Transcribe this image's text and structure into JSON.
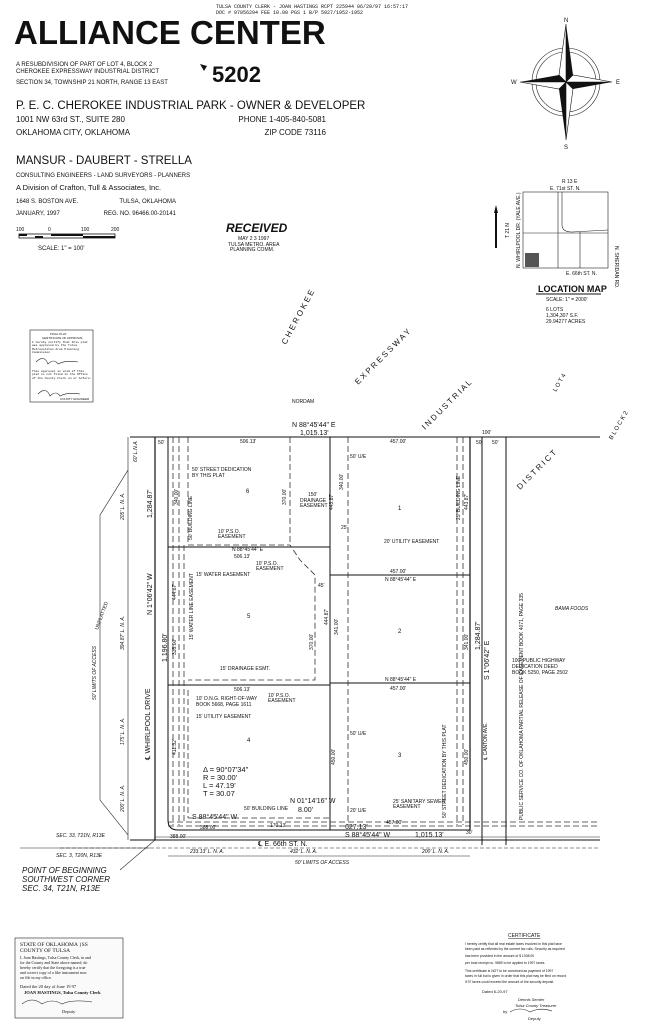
{
  "recording_stamp": {
    "line1": "TULSA COUNTY CLERK - JOAN HASTINGS   RCPT 225944     06/20/97 16:57:17",
    "line2": "DOC # 97056294    FEE        10.00       PGS 1      B/P 5927/1952-1952"
  },
  "header": {
    "title": "ALLIANCE CENTER",
    "subtitle1": "A RESUBDIVISION OF PART OF LOT 4, BLOCK 2",
    "subtitle2": "CHEROKEE EXPRESSWAY INDUSTRIAL DISTRICT",
    "section": "SECTION 34, TOWNSHIP 21 NORTH, RANGE 13 EAST",
    "plat_number": "5202"
  },
  "owner": {
    "name": "P. E. C. CHEROKEE INDUSTRIAL PARK - OWNER & DEVELOPER",
    "address": "1001 NW 63rd ST., SUITE 280",
    "city": "OKLAHOMA CITY, OKLAHOMA",
    "phone": "PHONE 1-405-840-5081",
    "zip": "ZIP CODE 73116"
  },
  "engineer": {
    "name": "MANSUR - DAUBERT - STRELLA",
    "services": "CONSULTING ENGINEERS - LAND SURVEYORS - PLANNERS",
    "division": "A Division of Crafton, Tull & Associates, Inc.",
    "address": "1648 S. BOSTON AVE.",
    "city": "TULSA, OKLAHOMA",
    "date": "JANUARY, 1997",
    "reg_no": "REG. NO. 96466.00-20141"
  },
  "scale_bar": {
    "ticks": [
      "100",
      "0",
      "100",
      "200"
    ],
    "label": "SCALE: 1\" = 100'"
  },
  "received_stamp": {
    "title": "RECEIVED",
    "date": "MAY 2 3 1997",
    "agency1": "TULSA METRO. AREA",
    "agency2": "PLANNING COMM."
  },
  "compass": {
    "n": "N",
    "s": "S",
    "e": "E",
    "w": "W"
  },
  "location_map": {
    "title": "LOCATION MAP",
    "scale": "SCALE: 1\" = 2000'",
    "range": "R 13 E",
    "north_street": "E. 71st ST. N.",
    "south_street": "E. 66th ST. N.",
    "west_road": "N. WHIRLPOOL DR. (YALE AVE.)",
    "east_road": "N. SHERIDAN RD.",
    "township": "T 21 N",
    "lots": "6 LOTS",
    "area_sf": "1,304,307 S.F.",
    "area_acres": "29.94277 ACRES"
  },
  "approval_box": {
    "title1": "FINAL PLAT",
    "title2": "CERTIFICATE OF APPROVAL",
    "text1": "I hereby certify that this plat was approved by the Tulsa Metropolitan Area Planning Commission",
    "text2": "This approval is void if this plat is not filed in the Office of the County Clerk on or before:",
    "role": "COUNTY ENGINEER"
  },
  "plat": {
    "labels": {
      "cherokee": "C H E R O K E E",
      "expressway": "E X P R E S S W A Y",
      "industrial": "I N D U S T R I A L",
      "district": "D I S T R I C T",
      "lot4": "L O T   4",
      "block2": "B L O C K   2",
      "nordam": "NORDAM",
      "unplatted": "UNPLATTED",
      "bama": "BAMA FOODS",
      "whirlpool": "℄ WHIRLPOOL DRIVE",
      "canton": "℄ CANTON AVE.",
      "street66": "℄ E. 66th ST. N.",
      "limits_left": "50' LIMITS OF ACCESS",
      "limits_bottom": "50' LIMITS OF ACCESS",
      "sec33": "SEC. 33, T21N, R13E",
      "sec3": "SEC. 3, T20N, R13E",
      "pob1": "POINT OF BEGINNING",
      "pob2": "SOUTHWEST CORNER",
      "pob3": "SEC. 34, T21N, R13E"
    },
    "lots": [
      "1",
      "2",
      "3",
      "4",
      "5",
      "6"
    ],
    "bearings": {
      "north": "N 88°45'44\" E",
      "north_dist": "1,015.13'",
      "west": "N 1°06'42\" W",
      "west_dist1": "1,284.87'",
      "west_dist2": "1,196.80'",
      "east": "S 1°06'42\" E",
      "east_dist": "1,284.87'",
      "south": "S 88°45'44\" W",
      "south_dist": "1,015.13'",
      "south_dist2": "627.13'",
      "south_left": "S 88°45'44\" W",
      "south_left_dist": "388.00'",
      "jog": "N 01°14'16\" W",
      "jog_dist": "8.00'",
      "interior1": "N 88°45'44\" E",
      "interior2": "N 88°45'44\" E",
      "interior3": "N 88°45'44\" E"
    },
    "dims": {
      "d50a": "50'",
      "d50b": "50'",
      "d50c": "50'",
      "d100": "100'",
      "d30": "30'",
      "d50613a": "506.13'",
      "d50613b": "506.13'",
      "d50613c": "506.13'",
      "d457a": "457.00'",
      "d457b": "457.00'",
      "d457c": "457.00'",
      "d457d": "457.00'",
      "d370": "370.00'",
      "d340a": "340.00'",
      "d443a": "443.87'",
      "d443b": "443.87'",
      "d444a": "444.87'",
      "d444b": "444.87'",
      "d341a": "341.00'",
      "d341b": "341.00'",
      "d370b": "370.00'",
      "d335": "335.00'",
      "d411": "411.32'",
      "d450a": "450.00'",
      "d450b": "450.00'",
      "d170": "170.13'",
      "d388": "388.00'",
      "d25": "25'",
      "d45": "45'",
      "d150": "150'"
    },
    "lna": {
      "l60": "60' L.N.A.",
      "l205": "205' L. N. A.",
      "l394": "394.87' L. N. A.",
      "l175": "175' L. N. A.",
      "l200": "200' L. N. A.",
      "b233": "233.13' L. N. A.",
      "b432": "432' L. N. A.",
      "b200": "200' L. N. A."
    },
    "easements": {
      "street_ded1": "50' STREET DEDICATION",
      "street_ded2": "BY THIS PLAT",
      "building_line_w": "50' BUILDING LINE",
      "pso1": "10' P.S.O.",
      "pso1b": "EASEMENT",
      "pso2": "10' P.S.O.",
      "pso2b": "EASEMENT",
      "pso3": "10' P.S.O.",
      "pso3b": "EASEMENT",
      "drainage1": "DRAINAGE",
      "drainage1b": "EASEMENT",
      "water": "15' WATER EASEMENT",
      "water_line": "15' WATER LINE EASEMENT",
      "drainage2": "15' DRAINAGE ESMT.",
      "ue1": "50' U/E",
      "ue2": "50' U/E",
      "ue3": "20' U/E",
      "utility20": "20' UTILITY EASEMENT",
      "building_line_e": "25' BUILDING LINE",
      "ong1": "10' O.N.G. RIGHT-OF-WAY",
      "ong2": "BOOK 5668, PAGE 1611",
      "utility15": "15' UTILITY EASEMENT",
      "sewer1": "25' SANITARY SEWER",
      "sewer2": "EASEMENT",
      "building_line_s": "50' BUILDING LINE",
      "street_ded_s": "50' STREET DEDICATION BY THIS PLAT",
      "highway1": "100' PUBLIC HIGHWAY",
      "highway2": "DEDICATION DEED",
      "highway3": "BOOK 5250, PAGE 2502",
      "pso_ease_rel": "PUBLIC SERVICE CO. OF OKLAHOMA PARTIAL RELEASE OF EASEMENT BOOK 4071, PAGE 335"
    },
    "curve": {
      "delta": "Δ = 90°07'34\"",
      "radius": "R = 30.00'",
      "length": "L = 47.19'",
      "tangent": "T = 30.07"
    }
  },
  "clerk_stamp": {
    "line1": "STATE OF OKLAHOMA }SS",
    "line2": "COUNTY OF TULSA",
    "body1": "I, Joan Hastings, Tulsa County Clerk, in and",
    "body2": "for the County and State above named, do",
    "body3": "hereby certify that the foregoing is a true",
    "body4": "and correct copy of a like instrument now",
    "body5": "on file in my office.",
    "dated": "Dated the 20 day of June 19 97",
    "clerk": "JOAN HASTINGS, Tulsa County Clerk",
    "deputy": "Deputy"
  },
  "certificate": {
    "title": "CERTIFICATE",
    "line1": "I hereby certify that all real estate taxes involved in this plat have",
    "line2": "been paid as reflected by the current tax rolls. Security as required",
    "line3": "has been provided in the amount of $ 1008.00",
    "line4": "per trust receipt no. 9889 to be applied to 1997 taxes.",
    "line5": "This certificate is NOT to be construed as payment of 1997",
    "line6": "taxes in full but is given in order that this plat may be filed on record",
    "line7": "if 97 taxes could exceed the amount of the security deposit.",
    "dated": "Dated 6-20-97",
    "name": "Dennis Semler",
    "office": "Tulsa County Treasurer",
    "by": "by",
    "deputy": "Deputy"
  }
}
